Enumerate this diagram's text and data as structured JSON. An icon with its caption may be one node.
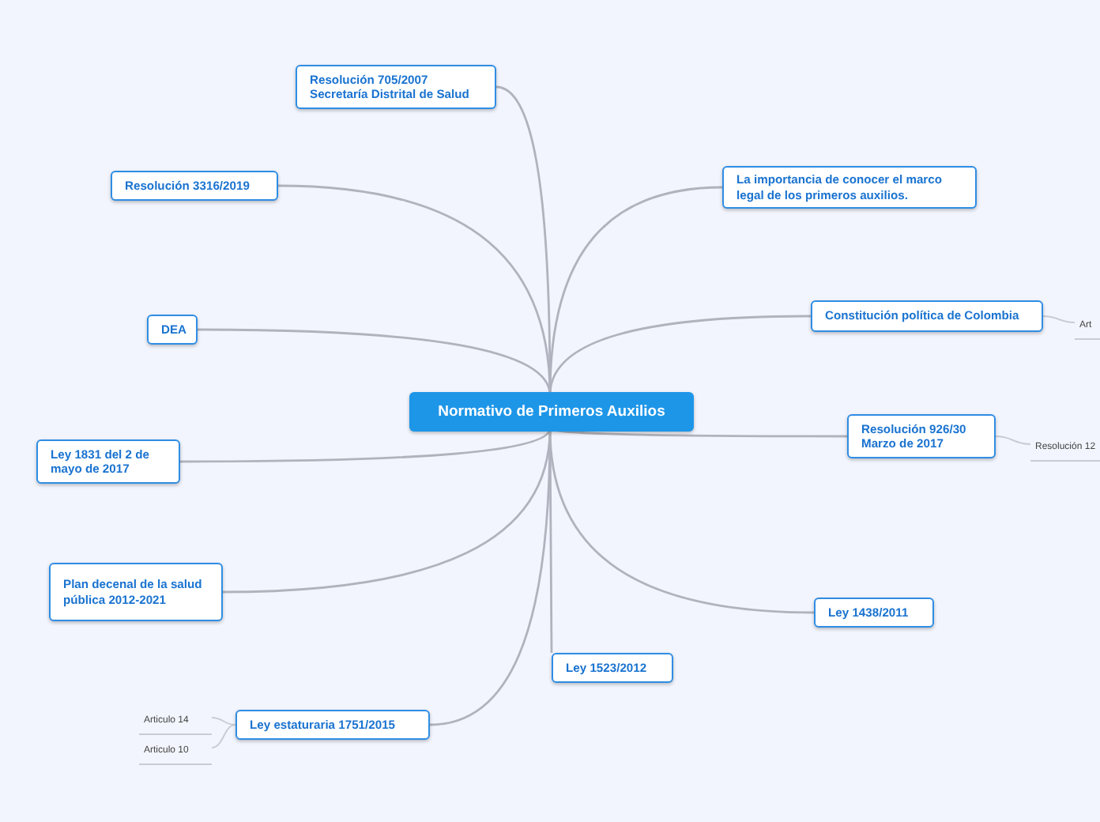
{
  "diagram": {
    "nodes": [
      {
        "text": [
          "Normativo de Primeros Auxilios"
        ]
      },
      {
        "text": [
          "Resolución 705/2007 Secretaría Distrital de Salud"
        ]
      },
      {
        "text": [
          "Resolución 3316/2019"
        ]
      },
      {
        "text": [
          "La importancia de conocer el marco legal de los primeros auxilios."
        ]
      },
      {
        "text": [
          "DEA"
        ]
      },
      {
        "text": [
          "Constitución política de Colombia"
        ]
      },
      {
        "text": [
          "Art"
        ]
      },
      {
        "text": [
          "Ley 1831 del 2 de mayo de 2017"
        ]
      },
      {
        "text": [
          "Resolución 926/30 Marzo de 2017"
        ]
      },
      {
        "text": [
          "Resolución 12"
        ]
      },
      {
        "text": [
          "Plan decenal de la salud pública 2012-2021"
        ]
      },
      {
        "text": [
          "Ley 1438/2011"
        ]
      },
      {
        "text": [
          "Ley 1523/2012"
        ]
      },
      {
        "text": [
          "Ley estaturaria 1751/2015"
        ]
      },
      {
        "text": [
          "Articulo 14"
        ]
      },
      {
        "text": [
          "Articulo 10"
        ]
      }
    ],
    "edges": [
      {
        "from": 0,
        "to": 1,
        "arrow": "none"
      },
      {
        "from": 0,
        "to": 2,
        "arrow": "none"
      },
      {
        "from": 0,
        "to": 3,
        "arrow": "none"
      },
      {
        "from": 0,
        "to": 4,
        "arrow": "none"
      },
      {
        "from": 0,
        "to": 5,
        "arrow": "none"
      },
      {
        "from": 5,
        "to": 6,
        "arrow": "none"
      },
      {
        "from": 0,
        "to": 7,
        "arrow": "none"
      },
      {
        "from": 0,
        "to": 8,
        "arrow": "none"
      },
      {
        "from": 8,
        "to": 9,
        "arrow": "none"
      },
      {
        "from": 0,
        "to": 10,
        "arrow": "none"
      },
      {
        "from": 0,
        "to": 11,
        "arrow": "none"
      },
      {
        "from": 0,
        "to": 12,
        "arrow": "none"
      },
      {
        "from": 0,
        "to": 13,
        "arrow": "none"
      },
      {
        "from": 13,
        "to": 14,
        "arrow": "none"
      },
      {
        "from": 13,
        "to": 15,
        "arrow": "none"
      }
    ]
  }
}
